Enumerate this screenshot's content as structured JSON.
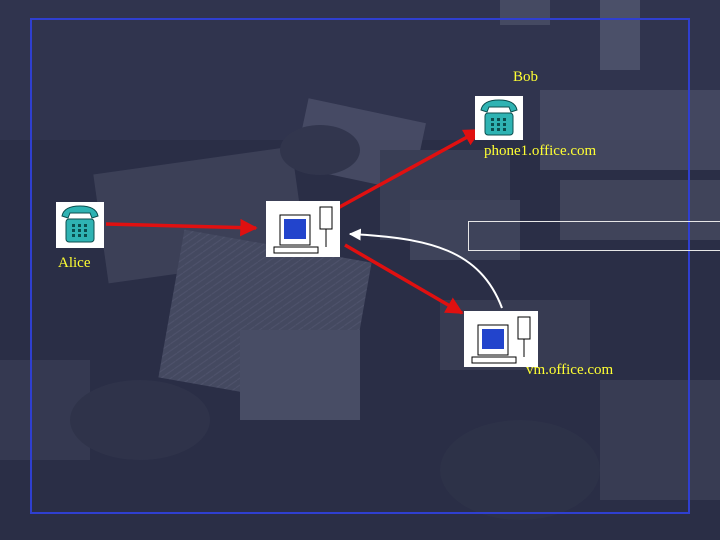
{
  "labels": {
    "bob": "Bob",
    "phone1": "phone1.office.com",
    "alice": "Alice",
    "vm": "vm.office.com"
  },
  "colors": {
    "frame": "#2f3fd0",
    "arrow_red": "#e01010",
    "arrow_white": "#ffffff",
    "label": "#ffff33",
    "phone_teal": "#2fb3b3",
    "screen_blue": "#2244cc"
  },
  "icons": {
    "phone": "telephone-icon",
    "computer": "computer-icon"
  }
}
